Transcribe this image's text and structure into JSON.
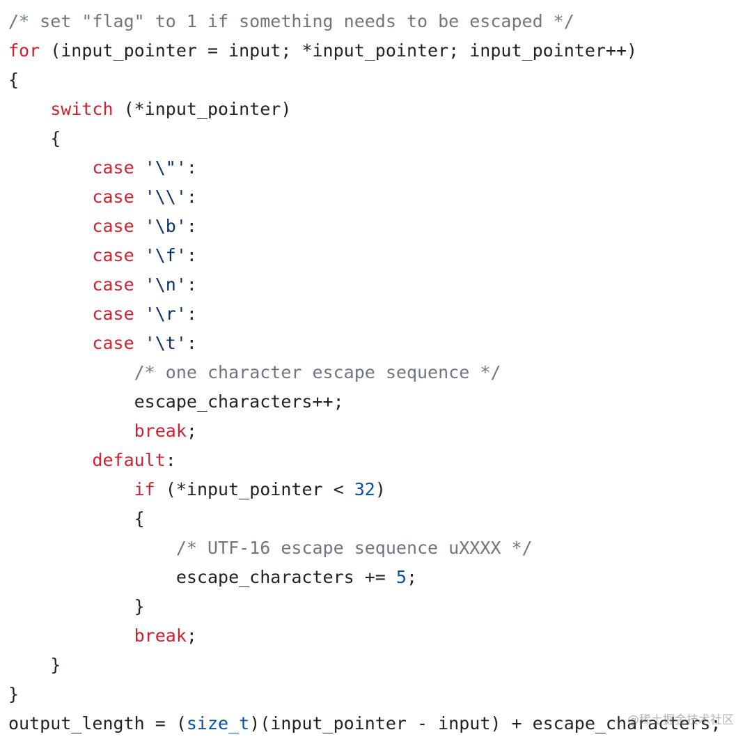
{
  "code_lines": [
    [
      {
        "t": "/* set \"flag\" to 1 if something needs to be escaped */",
        "c": "com"
      }
    ],
    [
      {
        "t": "for",
        "c": "kw"
      },
      {
        "t": " (input_pointer = input; *input_pointer; input_pointer++)",
        "c": "plain"
      }
    ],
    [
      {
        "t": "{",
        "c": "plain"
      }
    ],
    [
      {
        "t": "    ",
        "c": "plain"
      },
      {
        "t": "switch",
        "c": "kw"
      },
      {
        "t": " (*input_pointer)",
        "c": "plain"
      }
    ],
    [
      {
        "t": "    {",
        "c": "plain"
      }
    ],
    [
      {
        "t": "        ",
        "c": "plain"
      },
      {
        "t": "case",
        "c": "kw"
      },
      {
        "t": " ",
        "c": "plain"
      },
      {
        "t": "'\\\"'",
        "c": "str"
      },
      {
        "t": ":",
        "c": "plain"
      }
    ],
    [
      {
        "t": "        ",
        "c": "plain"
      },
      {
        "t": "case",
        "c": "kw"
      },
      {
        "t": " ",
        "c": "plain"
      },
      {
        "t": "'\\\\'",
        "c": "str"
      },
      {
        "t": ":",
        "c": "plain"
      }
    ],
    [
      {
        "t": "        ",
        "c": "plain"
      },
      {
        "t": "case",
        "c": "kw"
      },
      {
        "t": " ",
        "c": "plain"
      },
      {
        "t": "'\\b'",
        "c": "str"
      },
      {
        "t": ":",
        "c": "plain"
      }
    ],
    [
      {
        "t": "        ",
        "c": "plain"
      },
      {
        "t": "case",
        "c": "kw"
      },
      {
        "t": " ",
        "c": "plain"
      },
      {
        "t": "'\\f'",
        "c": "str"
      },
      {
        "t": ":",
        "c": "plain"
      }
    ],
    [
      {
        "t": "        ",
        "c": "plain"
      },
      {
        "t": "case",
        "c": "kw"
      },
      {
        "t": " ",
        "c": "plain"
      },
      {
        "t": "'\\n'",
        "c": "str"
      },
      {
        "t": ":",
        "c": "plain"
      }
    ],
    [
      {
        "t": "        ",
        "c": "plain"
      },
      {
        "t": "case",
        "c": "kw"
      },
      {
        "t": " ",
        "c": "plain"
      },
      {
        "t": "'\\r'",
        "c": "str"
      },
      {
        "t": ":",
        "c": "plain"
      }
    ],
    [
      {
        "t": "        ",
        "c": "plain"
      },
      {
        "t": "case",
        "c": "kw"
      },
      {
        "t": " ",
        "c": "plain"
      },
      {
        "t": "'\\t'",
        "c": "str"
      },
      {
        "t": ":",
        "c": "plain"
      }
    ],
    [
      {
        "t": "            ",
        "c": "plain"
      },
      {
        "t": "/* one character escape sequence */",
        "c": "com"
      }
    ],
    [
      {
        "t": "            escape_characters++;",
        "c": "plain"
      }
    ],
    [
      {
        "t": "            ",
        "c": "plain"
      },
      {
        "t": "break",
        "c": "kw"
      },
      {
        "t": ";",
        "c": "plain"
      }
    ],
    [
      {
        "t": "        ",
        "c": "plain"
      },
      {
        "t": "default",
        "c": "kw"
      },
      {
        "t": ":",
        "c": "plain"
      }
    ],
    [
      {
        "t": "            ",
        "c": "plain"
      },
      {
        "t": "if",
        "c": "kw"
      },
      {
        "t": " (*input_pointer < ",
        "c": "plain"
      },
      {
        "t": "32",
        "c": "num"
      },
      {
        "t": ")",
        "c": "plain"
      }
    ],
    [
      {
        "t": "            {",
        "c": "plain"
      }
    ],
    [
      {
        "t": "                ",
        "c": "plain"
      },
      {
        "t": "/* UTF-16 escape sequence uXXXX */",
        "c": "com"
      }
    ],
    [
      {
        "t": "                escape_characters += ",
        "c": "plain"
      },
      {
        "t": "5",
        "c": "num"
      },
      {
        "t": ";",
        "c": "plain"
      }
    ],
    [
      {
        "t": "            }",
        "c": "plain"
      }
    ],
    [
      {
        "t": "            ",
        "c": "plain"
      },
      {
        "t": "break",
        "c": "kw"
      },
      {
        "t": ";",
        "c": "plain"
      }
    ],
    [
      {
        "t": "    }",
        "c": "plain"
      }
    ],
    [
      {
        "t": "}",
        "c": "plain"
      }
    ],
    [
      {
        "t": "output_length = (",
        "c": "plain"
      },
      {
        "t": "size_t",
        "c": "typ"
      },
      {
        "t": ")(input_pointer - input) + escape_characters;",
        "c": "plain"
      }
    ]
  ],
  "watermark": "@稀土掘金技术社区",
  "colors": {
    "background": "#ffffff",
    "plain": "#1f2328",
    "comment": "#6e7781",
    "keyword": "#cf222e",
    "string": "#0a3069",
    "number": "#0550ae"
  }
}
